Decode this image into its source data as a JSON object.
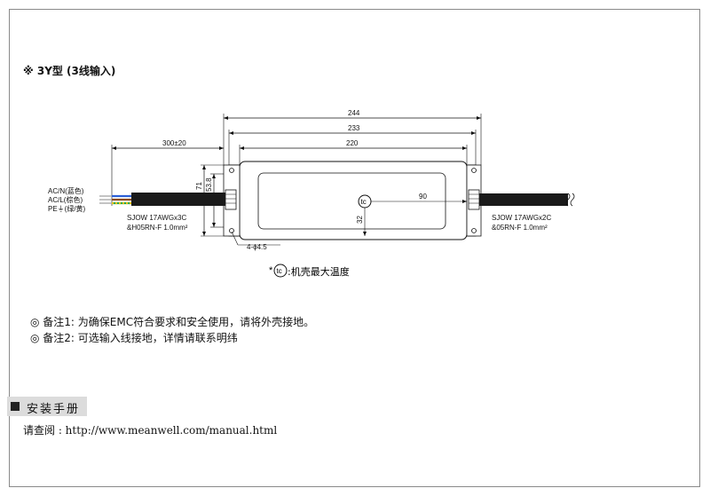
{
  "title": "※ 3Y型 (3线输入)",
  "dims": {
    "d244": "244",
    "d233": "233",
    "d220": "220",
    "d300": "300±20",
    "d71": "71",
    "d538": "53.8",
    "d32": "32",
    "d90": "90",
    "hole": "4-ϕ4.5",
    "tc": "tc"
  },
  "wires": {
    "acn": "AC/N(蓝色)",
    "acl": "AC/L(棕色)",
    "pe": "PE⏚(绿/黄)"
  },
  "cables": {
    "in_line1": "SJOW 17AWGx3C",
    "in_line2": "&H05RN-F 1.0mm²",
    "out_line1": "SJOW 17AWGx2C",
    "out_line2": "&05RN-F 1.0mm²"
  },
  "tc_note": {
    "prefix": "*",
    "symbol": "tc",
    "text": ":机壳最大温度"
  },
  "notes": [
    "◎ 备注1: 为确保EMC符合要求和安全使用，请将外壳接地。",
    "◎ 备注2: 可选输入线接地，详情请联系明纬"
  ],
  "manual": {
    "heading": "安装手册",
    "link_text": "请查阅 : http://www.meanwell.com/manual.html"
  },
  "colors": {
    "blue_wire": "#2b5fd6",
    "brown_wire": "#8b4a1c",
    "green_wire": "#2aa84a",
    "yellow_wire": "#e6c21a",
    "cable": "#1a1a1a"
  }
}
